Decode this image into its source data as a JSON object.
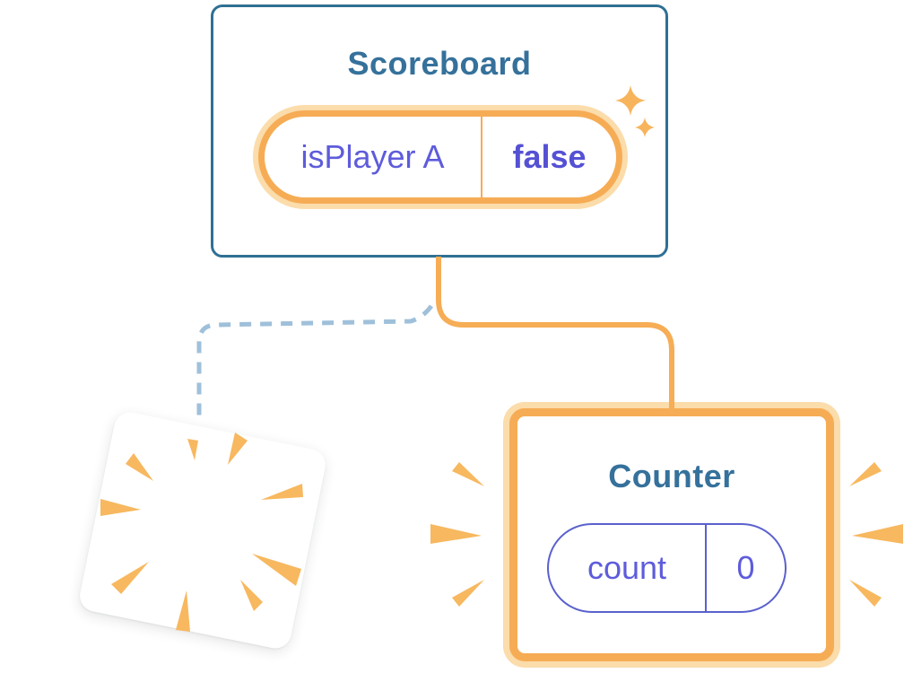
{
  "diagram": {
    "scoreboard": {
      "title": "Scoreboard",
      "state": {
        "label": "isPlayer A",
        "value": "false"
      }
    },
    "counter": {
      "title": "Counter",
      "state": {
        "label": "count",
        "value": "0"
      }
    }
  },
  "icons": {
    "sparkles": "two four-point sparkle stars",
    "explosion_burst": "nine orange wedge rays on disappearing card",
    "emphasis_rays": "three orange wedge marks on each side of Counter"
  },
  "palette": {
    "card_border_teal": "#2F7093",
    "title_teal": "#35719B",
    "state_purple": "#5E5CDB",
    "state_purple_bold": "#5551D4",
    "pill_purple_border": "#5A61CC",
    "highlight_orange": "#F6AC55",
    "highlight_halo": "#FBDCAB",
    "burst_orange": "#F7B85F",
    "dashed_blue": "#9FC0DA",
    "card_background": "#FFFFFF"
  }
}
